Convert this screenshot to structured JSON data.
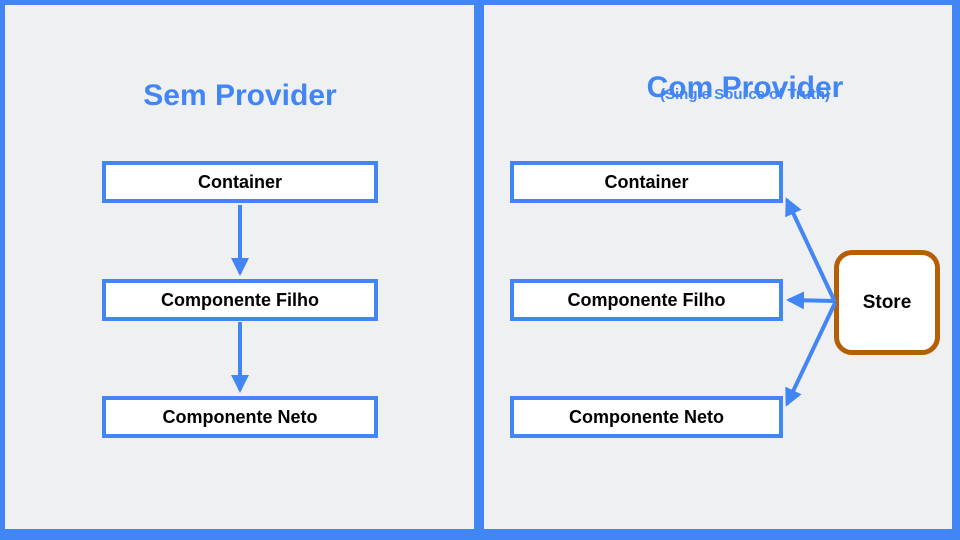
{
  "colors": {
    "background_blue": "#4285f4",
    "panel_gray": "#eef0f1",
    "box_border_blue": "#4285f4",
    "arrow_blue": "#4285f4",
    "title_blue": "#4285f4",
    "store_border_orange": "#b45f06",
    "box_fill": "#ffffff",
    "label_text": "#000000"
  },
  "left_panel": {
    "title": "Sem Provider",
    "boxes": [
      "Container",
      "Componente Filho",
      "Componente Neto"
    ]
  },
  "right_panel": {
    "title": "Com Provider",
    "subtitle": "(Single Source of Truth)",
    "boxes": [
      "Container",
      "Componente Filho",
      "Componente Neto"
    ],
    "store": "Store"
  }
}
